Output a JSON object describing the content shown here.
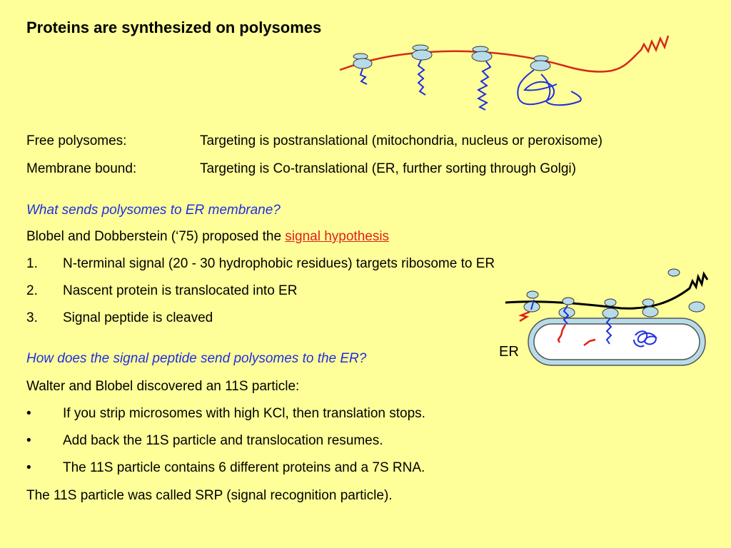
{
  "title": "Proteins are synthesized on polysomes",
  "polysome_rows": [
    {
      "label": "Free polysomes:",
      "text": "Targeting is postranslational  (mitochondria, nucleus or peroxisome)"
    },
    {
      "label": "Membrane bound:",
      "text": "Targeting is Co-translational (ER, further sorting through Golgi)"
    }
  ],
  "question1": "What sends polysomes to ER membrane?",
  "blobel_prefix": "Blobel and Dobberstein (‘75) proposed the ",
  "blobel_link": "signal hypothesis",
  "steps": [
    {
      "num": "1.",
      "text": "N-terminal signal (20 - 30 hydrophobic residues) targets ribosome to ER"
    },
    {
      "num": "2.",
      "text": "Nascent protein is translocated into ER"
    },
    {
      "num": "3.",
      "text": "Signal peptide is cleaved"
    }
  ],
  "question2": "How does the signal peptide send polysomes to the ER?",
  "walter": "Walter and Blobel discovered an 11S particle:",
  "bullets": [
    {
      "mark": "•",
      "text": "If you strip microsomes with high KCl, then translation stops."
    },
    {
      "mark": "•",
      "text": "Add back the 11S particle and translocation resumes."
    },
    {
      "mark": "•",
      "text": "The 11S particle contains 6 different proteins and a 7S RNA."
    }
  ],
  "conclusion": "The 11S particle was called SRP (signal recognition particle).",
  "er_label": "ER",
  "colors": {
    "background": "#ffff99",
    "question": "#1f2ee0",
    "link": "#e0201a",
    "mrna_free": "#d42a1a",
    "mrna_bound": "#000000",
    "ribosome": "#b8dbe8",
    "protein": "#1f2ee0",
    "signal_peptide": "#e0201a"
  }
}
